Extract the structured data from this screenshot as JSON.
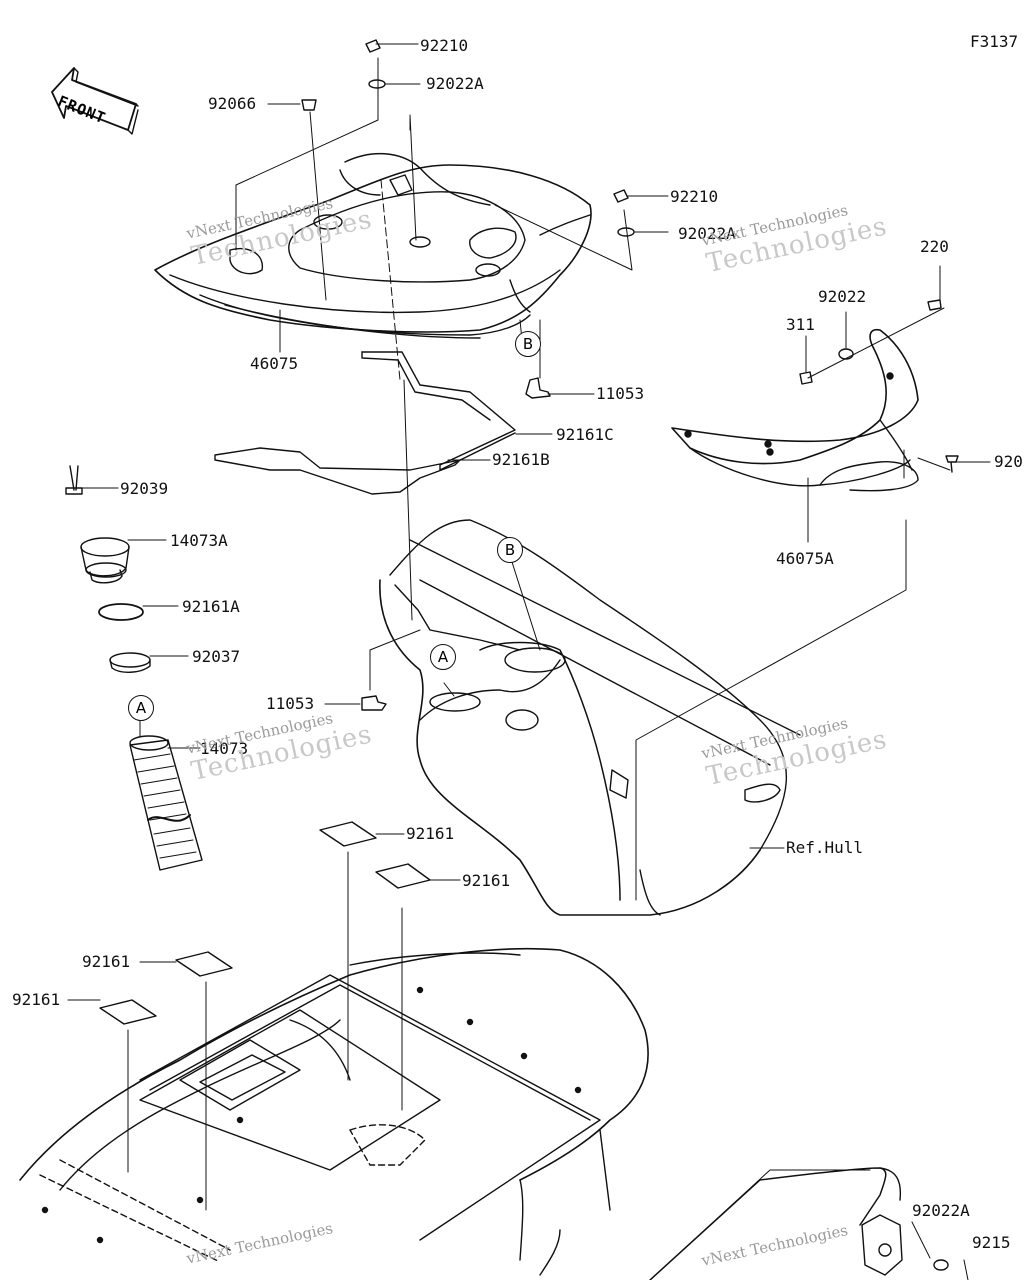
{
  "figure_code": "F3137",
  "front_arrow": {
    "text": "FRONT",
    "icon": "front-direction-arrow-icon"
  },
  "parts": [
    {
      "id": "p-92210-top",
      "label": "92210"
    },
    {
      "id": "p-92022A-top",
      "label": "92022A"
    },
    {
      "id": "p-92066",
      "label": "92066"
    },
    {
      "id": "p-92210-mid",
      "label": "92210"
    },
    {
      "id": "p-92022A-mid",
      "label": "92022A"
    },
    {
      "id": "p-220",
      "label": "220"
    },
    {
      "id": "p-92022",
      "label": "92022"
    },
    {
      "id": "p-311",
      "label": "311"
    },
    {
      "id": "p-46075",
      "label": "46075"
    },
    {
      "id": "p-11053-top",
      "label": "11053"
    },
    {
      "id": "p-92161C",
      "label": "92161C"
    },
    {
      "id": "p-92161B",
      "label": "92161B"
    },
    {
      "id": "p-920-right",
      "label": "920"
    },
    {
      "id": "p-46075A",
      "label": "46075A"
    },
    {
      "id": "p-92039",
      "label": "92039"
    },
    {
      "id": "p-14073A",
      "label": "14073A"
    },
    {
      "id": "p-92161A",
      "label": "92161A"
    },
    {
      "id": "p-92037",
      "label": "92037"
    },
    {
      "id": "p-11053-mid",
      "label": "11053"
    },
    {
      "id": "p-14073",
      "label": "14073"
    },
    {
      "id": "p-ref-hull",
      "label": "Ref.Hull"
    },
    {
      "id": "p-92161-1",
      "label": "92161"
    },
    {
      "id": "p-92161-2",
      "label": "92161"
    },
    {
      "id": "p-92161-3",
      "label": "92161"
    },
    {
      "id": "p-92161-4",
      "label": "92161"
    },
    {
      "id": "p-92022A-bottom",
      "label": "92022A"
    },
    {
      "id": "p-9215-bottom",
      "label": "9215"
    }
  ],
  "callouts": [
    {
      "id": "callout-b-upper",
      "letter": "B"
    },
    {
      "id": "callout-b-lower",
      "letter": "B"
    },
    {
      "id": "callout-a-hull",
      "letter": "A"
    },
    {
      "id": "callout-a-hose",
      "letter": "A"
    }
  ],
  "watermark": {
    "line1": "vNext Technologies",
    "line2": "Technologies"
  }
}
